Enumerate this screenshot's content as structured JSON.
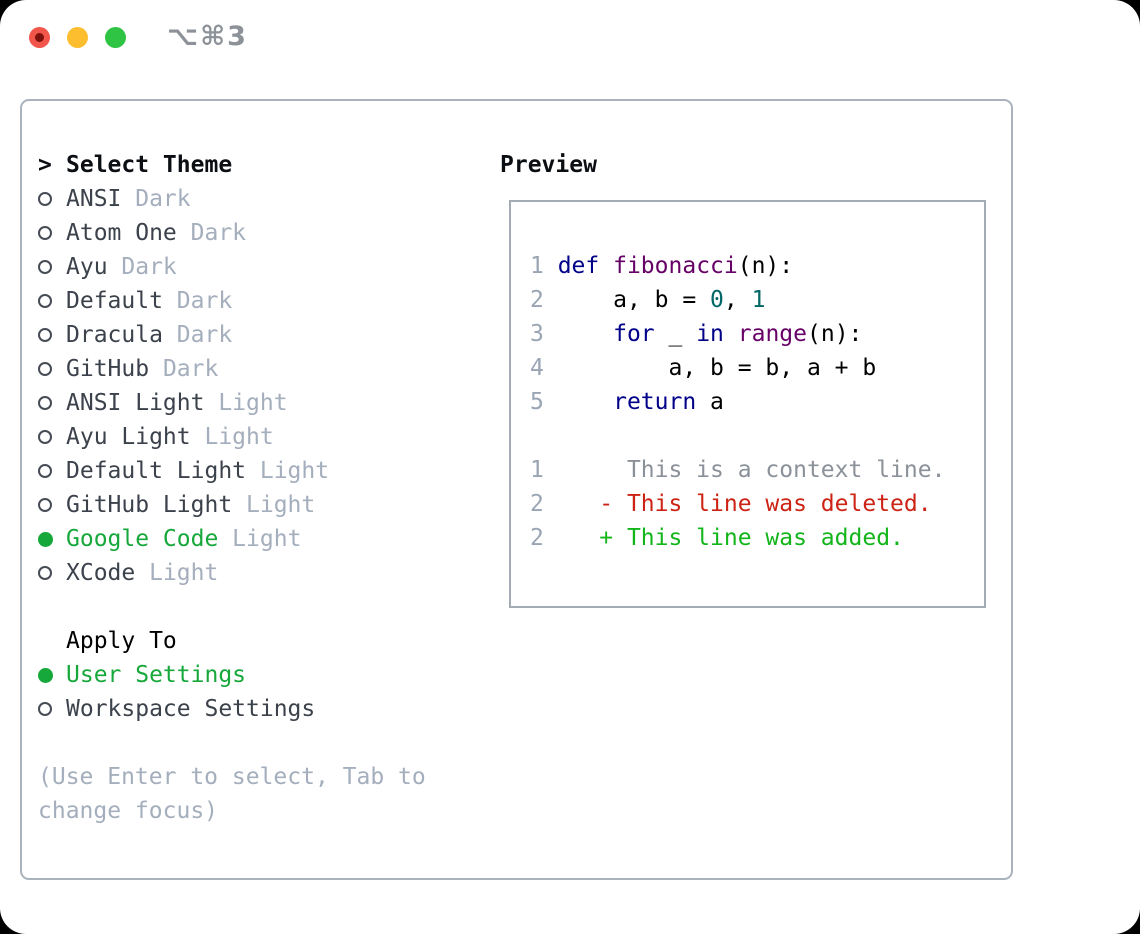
{
  "window": {
    "title": "⌥⌘3",
    "traffic_lights": [
      "close",
      "minimize",
      "zoom"
    ]
  },
  "theme_panel": {
    "header_prefix": ">",
    "header": "Select Theme",
    "themes": [
      {
        "name": "ANSI",
        "variant": "Dark",
        "selected": false
      },
      {
        "name": "Atom One",
        "variant": "Dark",
        "selected": false
      },
      {
        "name": "Ayu",
        "variant": "Dark",
        "selected": false
      },
      {
        "name": "Default",
        "variant": "Dark",
        "selected": false
      },
      {
        "name": "Dracula",
        "variant": "Dark",
        "selected": false
      },
      {
        "name": "GitHub",
        "variant": "Dark",
        "selected": false
      },
      {
        "name": "ANSI Light",
        "variant": "Light",
        "selected": false
      },
      {
        "name": "Ayu Light",
        "variant": "Light",
        "selected": false
      },
      {
        "name": "Default Light",
        "variant": "Light",
        "selected": false
      },
      {
        "name": "GitHub Light",
        "variant": "Light",
        "selected": false
      },
      {
        "name": "Google Code",
        "variant": "Light",
        "selected": true
      },
      {
        "name": "XCode",
        "variant": "Light",
        "selected": false
      }
    ]
  },
  "apply_panel": {
    "header": "Apply To",
    "options": [
      {
        "label": "User Settings",
        "selected": true
      },
      {
        "label": "Workspace Settings",
        "selected": false
      }
    ]
  },
  "help": {
    "line1": "(Use Enter to select, Tab to",
    "line2": "change focus)"
  },
  "preview": {
    "header": "Preview",
    "code_lines": [
      {
        "num": "1",
        "tokens": [
          [
            "kw",
            "def"
          ],
          [
            "pln",
            " "
          ],
          [
            "fn",
            "fibonacci"
          ],
          [
            "pln",
            "(n):"
          ]
        ]
      },
      {
        "num": "2",
        "tokens": [
          [
            "pln",
            "    a, b = "
          ],
          [
            "lit",
            "0"
          ],
          [
            "pln",
            ", "
          ],
          [
            "lit",
            "1"
          ]
        ]
      },
      {
        "num": "3",
        "tokens": [
          [
            "pln",
            "    "
          ],
          [
            "kw",
            "for"
          ],
          [
            "pln",
            " _ "
          ],
          [
            "kw",
            "in"
          ],
          [
            "pln",
            " "
          ],
          [
            "fn",
            "range"
          ],
          [
            "pln",
            "(n):"
          ]
        ]
      },
      {
        "num": "4",
        "tokens": [
          [
            "pln",
            "        a, b = b, a + b"
          ]
        ]
      },
      {
        "num": "5",
        "tokens": [
          [
            "pln",
            "    "
          ],
          [
            "kw",
            "return"
          ],
          [
            "pln",
            " a"
          ]
        ]
      }
    ],
    "diff_lines": [
      {
        "num": "1",
        "tokens": [
          [
            "ctx",
            "     This is a context line."
          ]
        ]
      },
      {
        "num": "2",
        "tokens": [
          [
            "del",
            "   - This line was deleted."
          ]
        ]
      },
      {
        "num": "2",
        "tokens": [
          [
            "add",
            "   + This line was added."
          ]
        ]
      }
    ]
  },
  "colors": {
    "selected_green": "#17a83b",
    "keyword_blue": "#000088",
    "function_purple": "#660066",
    "literal_teal": "#006666",
    "diff_deleted_red": "#cc2314",
    "diff_added_green": "#12b51a",
    "line_number_gray": "#9aa5b4",
    "muted_gray": "#a4aebc",
    "item_text": "#3c424b"
  }
}
